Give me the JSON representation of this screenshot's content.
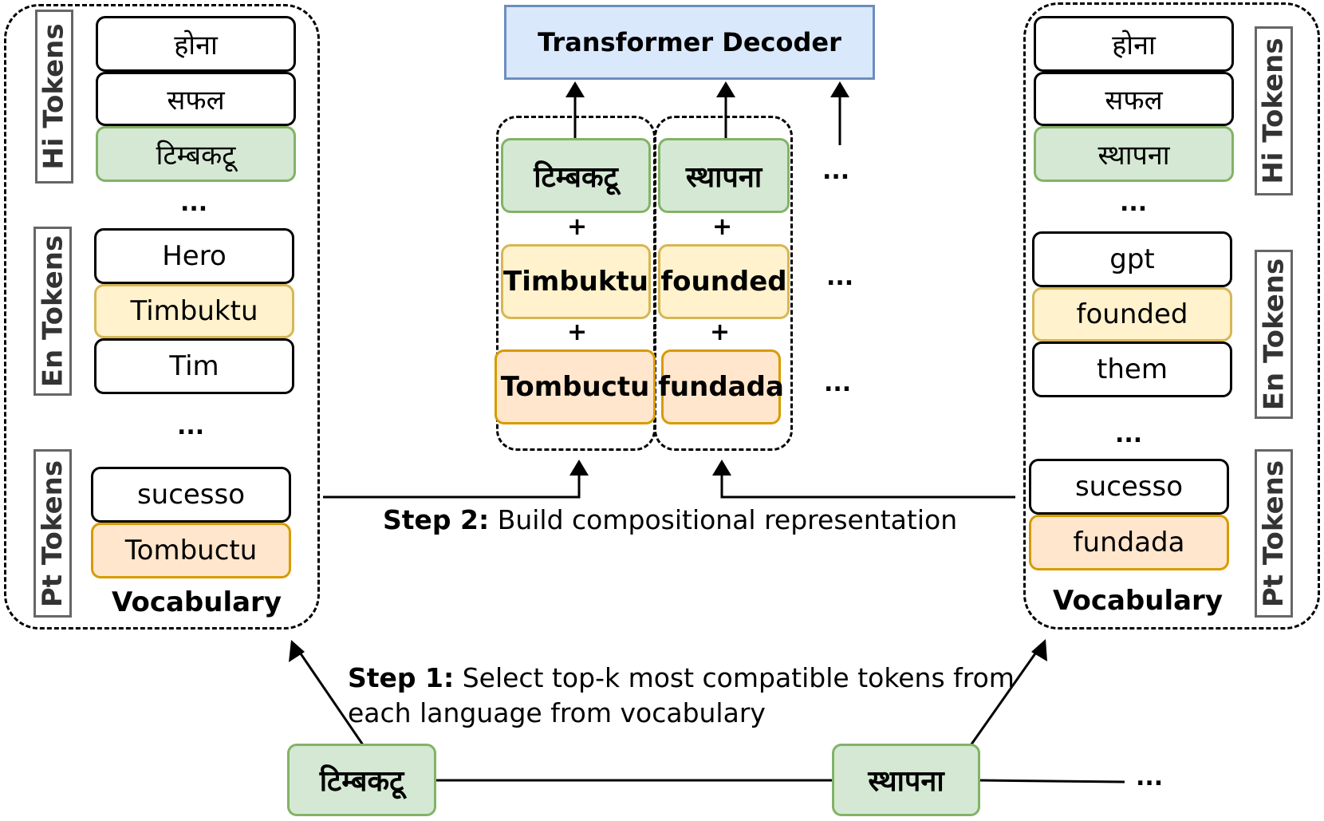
{
  "decoder_label": "Transformer Decoder",
  "left_vocab": {
    "title": "Vocabulary",
    "hi_label": "Hi Tokens",
    "en_label": "En Tokens",
    "pt_label": "Pt Tokens",
    "hi_tokens": [
      "होना",
      "सफल",
      "टिम्बकटू"
    ],
    "en_tokens": [
      "Hero",
      "Timbuktu",
      "Tim"
    ],
    "pt_tokens": [
      "sucesso",
      "Tombuctu"
    ]
  },
  "right_vocab": {
    "title": "Vocabulary",
    "hi_label": "Hi Tokens",
    "en_label": "En Tokens",
    "pt_label": "Pt Tokens",
    "hi_tokens": [
      "होना",
      "सफल",
      "स्थापना"
    ],
    "en_tokens": [
      "gpt",
      "founded",
      "them"
    ],
    "pt_tokens": [
      "sucesso",
      "fundada"
    ]
  },
  "composition": {
    "col1": [
      "टिम्बकटू",
      "Timbuktu",
      "Tombuctu"
    ],
    "col2": [
      "स्थापना",
      "founded",
      "fundada"
    ],
    "plus": "+",
    "ellipsis": "..."
  },
  "step2": {
    "bold": "Step 2:",
    "text": " Build compositional representation"
  },
  "step1": {
    "bold": "Step 1:",
    "line1": " Select top-k most compatible tokens from",
    "line2": "each language from vocabulary"
  },
  "input_tokens": [
    "टिम्बकटू",
    "स्थापना"
  ],
  "ellipsis": "...",
  "colors": {
    "hi_fill": "#d5e8d4",
    "hi_border": "#82b366",
    "en_fill": "#fff2cc",
    "en_border": "#d6b656",
    "pt_fill": "#ffe6cc",
    "pt_border": "#d79b00",
    "decoder_fill": "#dae8fc",
    "decoder_border": "#6c8ebf",
    "lang_border": "#666666"
  }
}
